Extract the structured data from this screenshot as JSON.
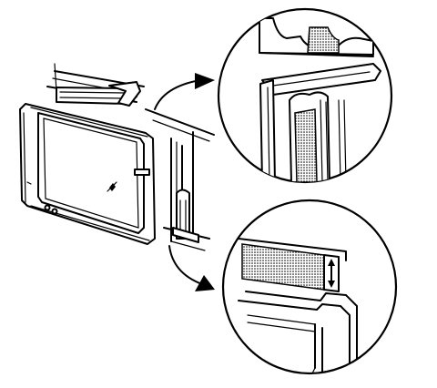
{
  "figure": {
    "kind": "technical-illustration",
    "subject": "window-glass-frame-and-weatherstrip-installation",
    "parts": {
      "glass_frame": "window-glass-frame",
      "weatherstrip": "window-weatherstrip",
      "upper_detail": "upper-corner-detail",
      "lower_detail": "lower-channel-detail"
    }
  },
  "colors": {
    "ink": "#000000",
    "paper": "#ffffff"
  }
}
